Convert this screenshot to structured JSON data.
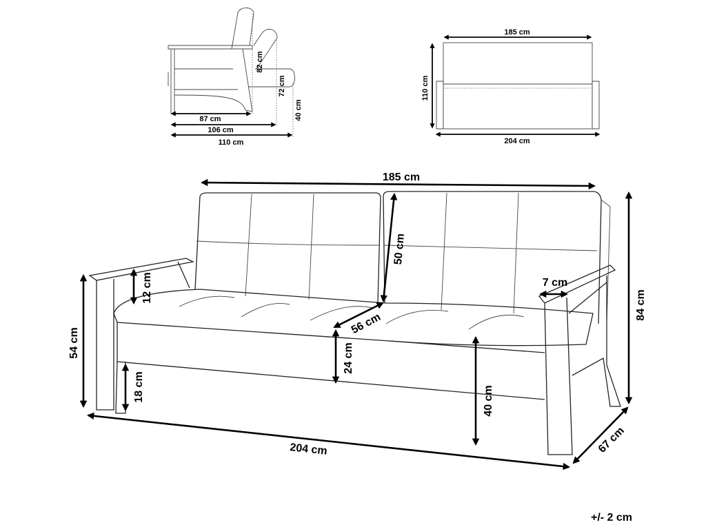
{
  "side_view": {
    "depth_seat": "87 cm",
    "depth_recline": "106 cm",
    "depth_flat": "110 cm",
    "height_back": "82 cm",
    "height_recline": "72 cm",
    "height_flat": "40 cm"
  },
  "top_view": {
    "width_back": "185 cm",
    "depth": "110 cm",
    "width_total": "204 cm"
  },
  "main_view": {
    "width_back": "185 cm",
    "back_height": "50 cm",
    "armrest_gap": "12 cm",
    "arm_height": "54 cm",
    "arm_width": "7 cm",
    "total_height": "84 cm",
    "seat_depth": "56 cm",
    "seat_thickness": "24 cm",
    "leg_height": "18 cm",
    "seat_height": "40 cm",
    "total_width": "204  cm",
    "total_depth": "67 cm"
  },
  "tolerance": "+/- 2 cm"
}
